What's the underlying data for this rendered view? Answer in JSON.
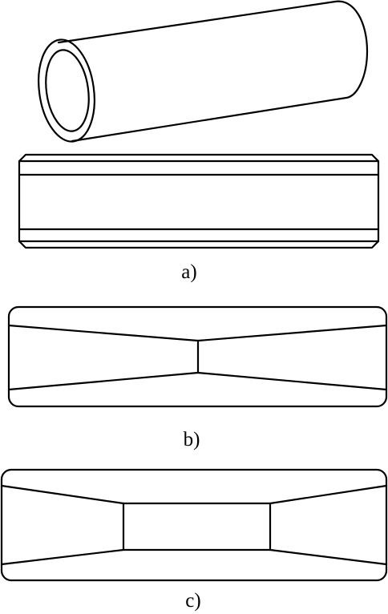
{
  "figure": {
    "stroke_color": "#000000",
    "background_color": "#ffffff",
    "captions": {
      "a": "a)",
      "b": "b)",
      "c": "c)"
    }
  }
}
